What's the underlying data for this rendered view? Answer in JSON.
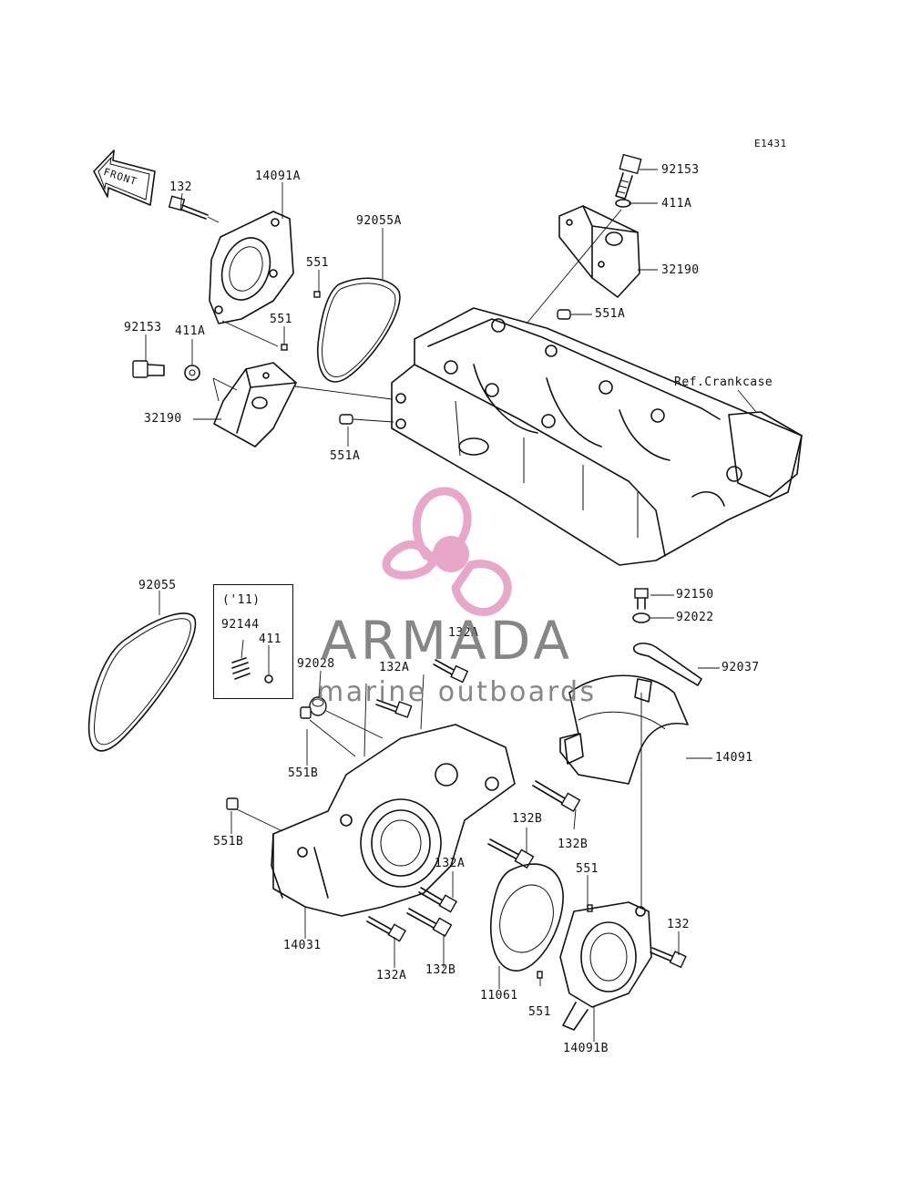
{
  "diagram": {
    "ref_code": "E1431",
    "front_label": "FRONT",
    "ref_crankcase": "Ref.Crankcase",
    "year_box": "('11)"
  },
  "watermark": {
    "brand": "ARMADA",
    "tagline": "marine outboards",
    "logo_color": "#e7a3c7",
    "text_color": "#7a7a7a"
  },
  "parts": {
    "p92153_top": "92153",
    "p411A_top": "411A",
    "p32190_top": "32190",
    "p551A_top": "551A",
    "p132_left": "132",
    "p14091A": "14091A",
    "p92055A": "92055A",
    "p551_a": "551",
    "p551_b": "551",
    "p92153_left": "92153",
    "p411A_left": "411A",
    "p32190_left": "32190",
    "p551A_left": "551A",
    "p92055": "92055",
    "p92144": "92144",
    "p411": "411",
    "p92028": "92028",
    "p132A_a": "132A",
    "p132A_b": "132A",
    "p551B_a": "551B",
    "p551B_b": "551B",
    "p92150": "92150",
    "p92022": "92022",
    "p92037": "92037",
    "p14091": "14091",
    "p132B_a": "132B",
    "p132B_b": "132B",
    "p132A_c": "132A",
    "p551_c": "551",
    "p132_right": "132",
    "p14031": "14031",
    "p132A_d": "132A",
    "p132B_c": "132B",
    "p11061": "11061",
    "p551_d": "551",
    "p14091B": "14091B"
  }
}
